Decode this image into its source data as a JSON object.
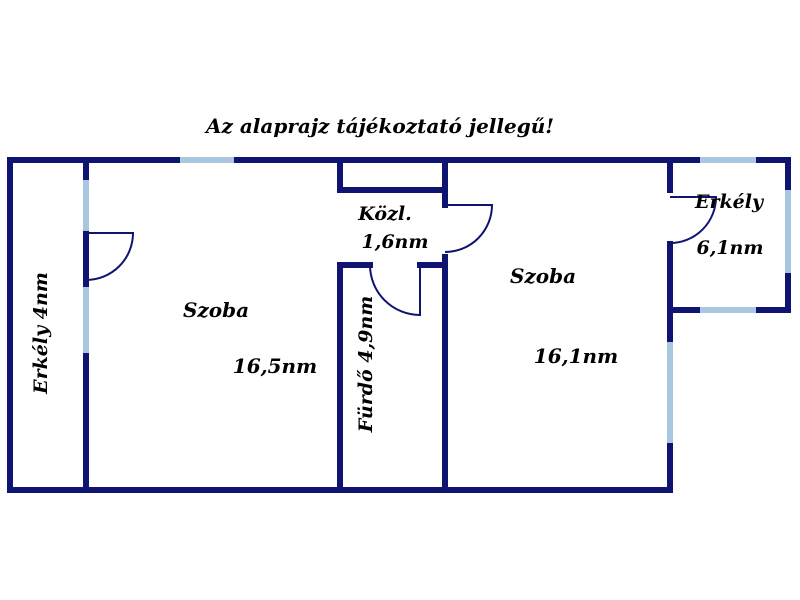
{
  "note": "Az alaprajz tájékoztató jellegű!",
  "colors": {
    "wall": "#0f1470",
    "window": "#a9c6df",
    "text": "#000000"
  },
  "rooms": {
    "left_balcony": {
      "name": "Erkély 4nm"
    },
    "room1": {
      "name": "Szoba",
      "area": "16,5nm"
    },
    "corridor": {
      "name": "Közl.",
      "area": "1,6nm"
    },
    "bathroom": {
      "name": "Fürdő 4,9nm"
    },
    "room2": {
      "name": "Szoba",
      "area": "16,1nm"
    },
    "right_balcony": {
      "name": "Erkély",
      "area": "6,1nm"
    }
  }
}
